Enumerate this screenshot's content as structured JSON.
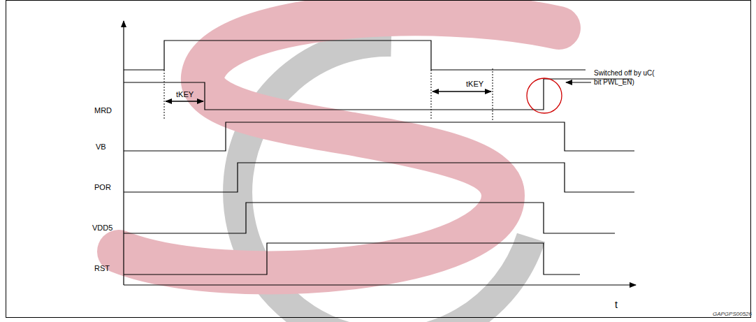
{
  "diagram": {
    "labels": [
      "MRD",
      "VB",
      "POR",
      "VDD5",
      "RST",
      "tKEY",
      "tKEY",
      "Switched off by uC( bit PWL_EN)",
      "t",
      "GAPGPS00526"
    ]
  }
}
